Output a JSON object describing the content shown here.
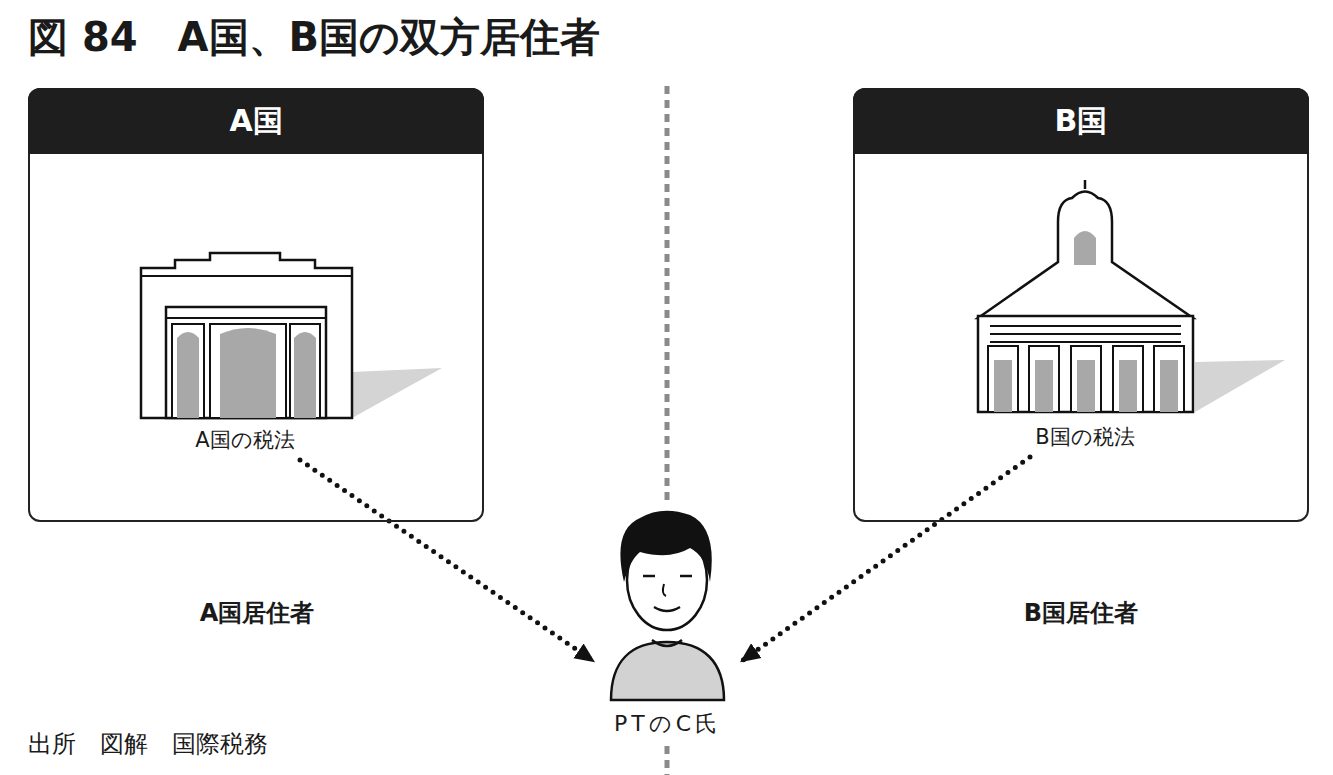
{
  "diagram": {
    "title": "図 84　A国、B国の双方居住者",
    "caption": "出所　図解　国際税務",
    "nodes": [
      {
        "text": [
          "A国"
        ]
      },
      {
        "text": [
          "A国の税法"
        ],
        "in": 0
      },
      {
        "text": [
          "B国"
        ]
      },
      {
        "text": [
          "B国の税法"
        ],
        "in": 2
      },
      {
        "text": [
          "PTのC氏"
        ]
      }
    ],
    "edges": [
      {
        "from": 1,
        "to": 4,
        "arrow": "to"
      },
      {
        "from": 3,
        "to": 4,
        "arrow": "to"
      }
    ],
    "labels": [
      "A国居住者",
      "B国居住者"
    ]
  }
}
